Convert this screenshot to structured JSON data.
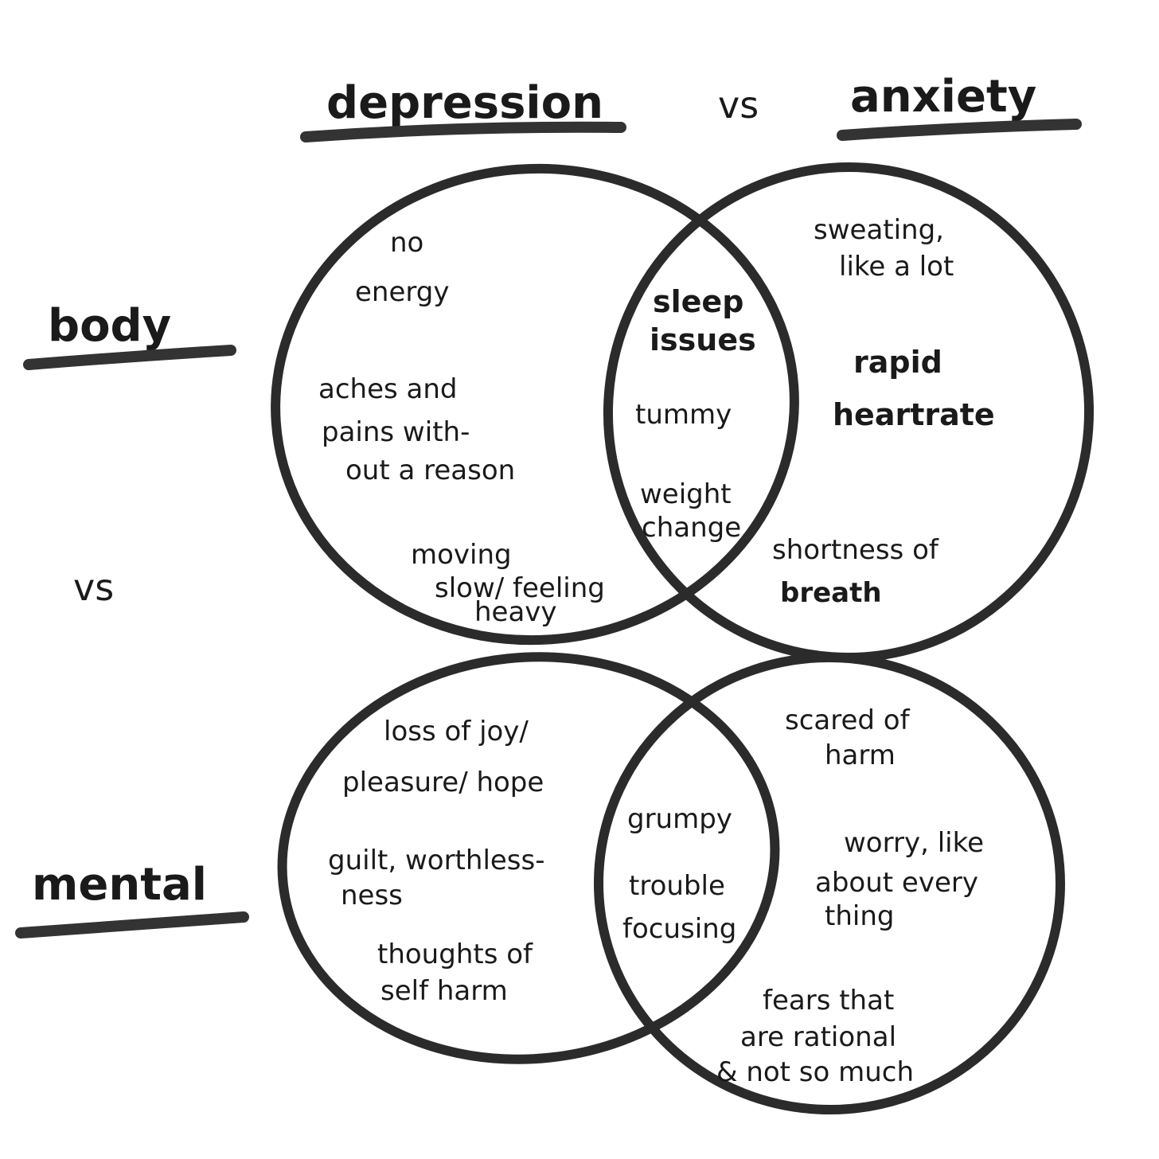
{
  "header": {
    "left": "depression",
    "middle": "vs",
    "right": "anxiety"
  },
  "side": {
    "top": "body",
    "middle": "vs",
    "bottom": "mental"
  },
  "body": {
    "depression": {
      "no_energy": [
        "no",
        "energy"
      ],
      "aches": [
        "aches and",
        "pains with-",
        "out a reason"
      ],
      "moving": [
        "moving",
        "slow/ feeling",
        "heavy"
      ]
    },
    "overlap": {
      "sleep": [
        "sleep",
        "issues"
      ],
      "tummy": [
        "tummy"
      ],
      "weight": [
        "weight",
        "change"
      ]
    },
    "anxiety": {
      "sweating": [
        "sweating,",
        "like a lot"
      ],
      "heartrate": [
        "rapid",
        "heartrate"
      ],
      "breath": [
        "shortness of",
        "breath"
      ]
    }
  },
  "mental": {
    "depression": {
      "joy": [
        "loss of joy/",
        "pleasure/ hope"
      ],
      "guilt": [
        "guilt, worthless-",
        "ness"
      ],
      "harm": [
        "thoughts of",
        "self harm"
      ]
    },
    "overlap": {
      "grumpy": [
        "grumpy"
      ],
      "focus": [
        "trouble",
        "focusing"
      ]
    },
    "anxiety": {
      "scared": [
        "scared of",
        "harm"
      ],
      "worry": [
        "worry, like",
        "about every",
        "thing"
      ],
      "fears": [
        "fears that",
        "are rational",
        "& not so much"
      ]
    }
  }
}
